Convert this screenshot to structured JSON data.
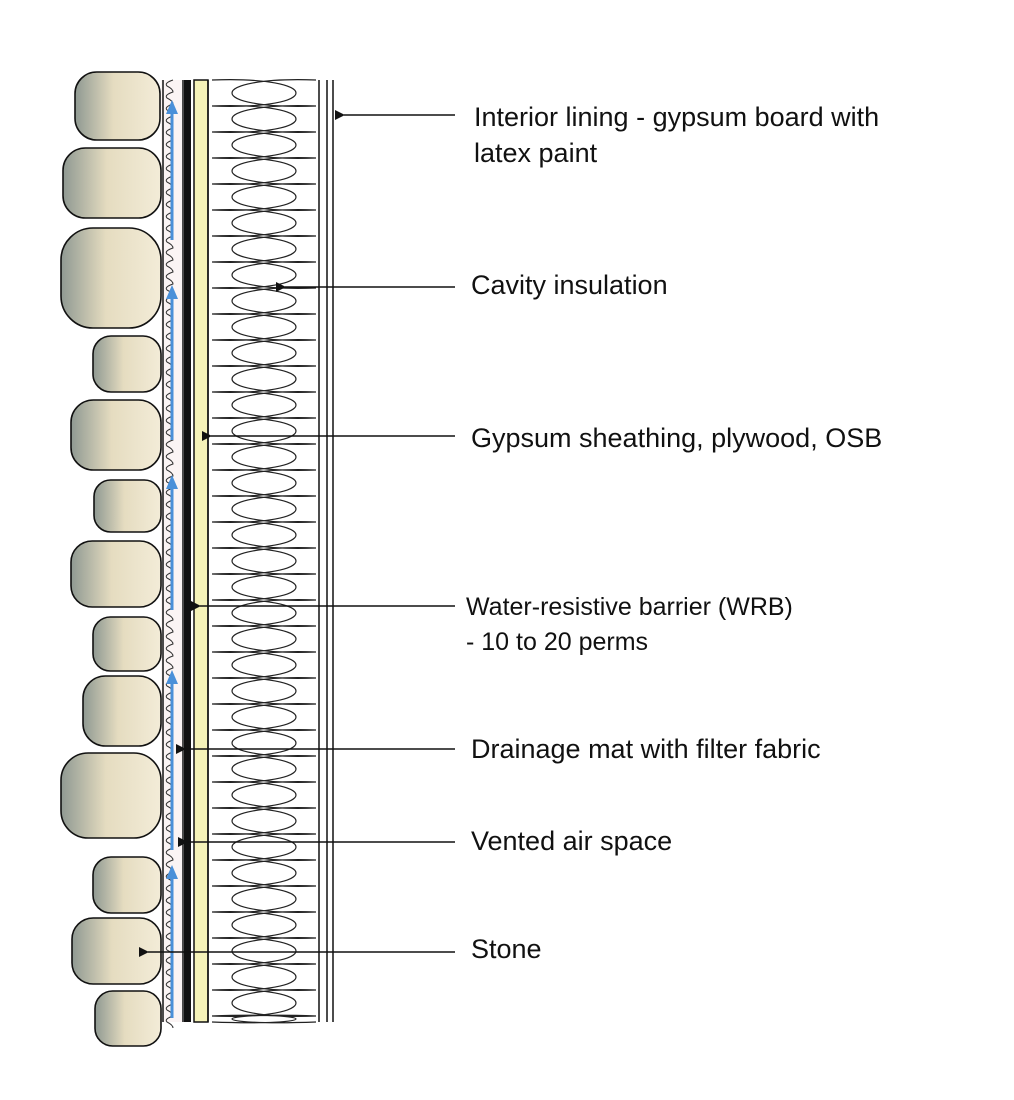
{
  "labels": {
    "interior_lining": {
      "line1": "Interior lining - gypsum board with",
      "line2": "latex paint"
    },
    "cavity_insulation": "Cavity insulation",
    "sheathing": "Gypsum sheathing, plywood, OSB",
    "wrb": {
      "line1": "Water-resistive barrier (WRB)",
      "line2": "- 10 to 20 perms"
    },
    "drainage_mat": "Drainage mat with filter fabric",
    "vented_air_space": "Vented air space",
    "stone": "Stone"
  },
  "colors": {
    "stone_light": "#f3ecd8",
    "stone_tan": "#e5dcc0",
    "stone_gray": "#8f9992",
    "airflow_arrow": "#4a90d9",
    "sheathing_fill": "#f5f2b8",
    "air_space_fill": "#fbf4f4",
    "line": "#111111"
  },
  "icons": {
    "airflow": "arrow-up-icon",
    "leader": "arrow-left-icon"
  }
}
